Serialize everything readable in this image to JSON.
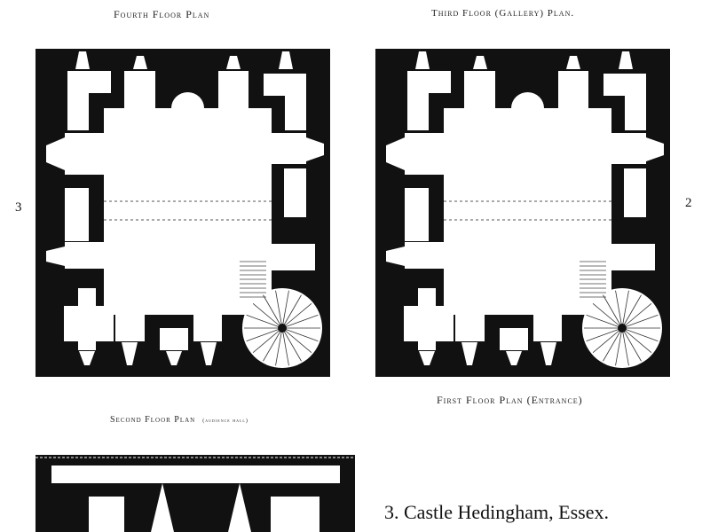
{
  "title": "Castle Hedingham floor plans",
  "plans": {
    "fourth": {
      "label": "Fourth Floor Plan"
    },
    "third": {
      "label": "Third Floor (Gallery) Plan."
    },
    "first": {
      "label": "First Floor Plan (Entrance)"
    },
    "second": {
      "label": "Second Floor Plan",
      "note": "(audience hall)"
    }
  },
  "figure_numbers": {
    "left": "3",
    "right": "2"
  },
  "caption": "3. Castle Hedingham, Essex.",
  "colors": {
    "wall": "#111111",
    "paper": "#ffffff"
  }
}
